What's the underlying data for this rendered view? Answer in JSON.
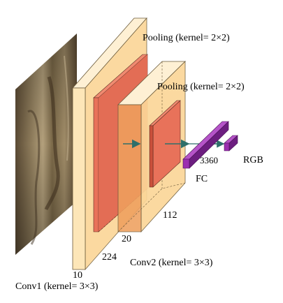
{
  "labels": {
    "pool1": "Pooling (kernel= 2×2)",
    "pool2": "Pooling (kernel= 2×2)",
    "conv1": "Conv1 (kernel= 3×3)",
    "conv2": "Conv2 (kernel= 3×3)",
    "dim10": "10",
    "dim224": "224",
    "dim20": "20",
    "dim112": "112",
    "dim3360": "3360",
    "fc": "FC",
    "rgb": "RGB"
  },
  "colors": {
    "block_front": "#fde6b8",
    "block_side": "#fbd698",
    "block_top": "#fef0d4",
    "block_edge": "#6b5a3a",
    "pool_red": "#e8725a",
    "pool_red_side": "#c9503a",
    "conv2_orange": "#efa05e",
    "fc_purple": "#9b2fb0",
    "fc_purple_dark": "#6d1e80",
    "arrow_teal": "#2e6f6a",
    "wood_dark": "#4a3a26",
    "wood_light": "#a8946e"
  }
}
